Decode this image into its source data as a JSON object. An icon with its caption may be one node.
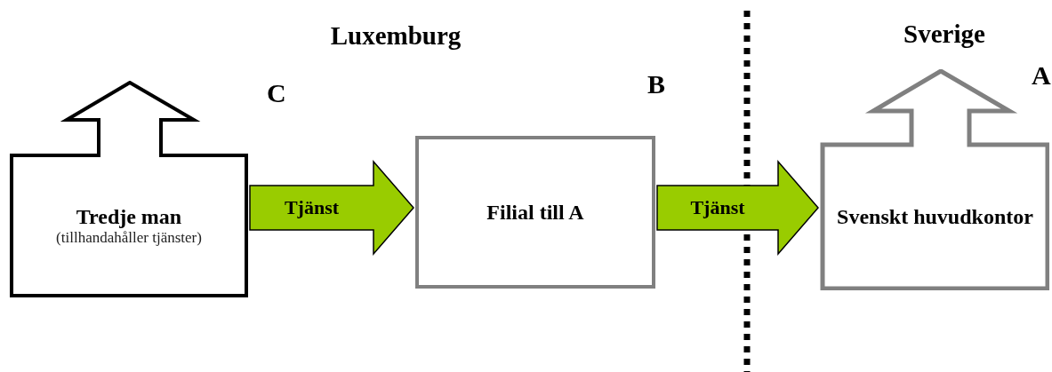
{
  "diagram": {
    "nodes": [
      {
        "text": [
          "Tredje man",
          "(tillhandahåller tjänster)"
        ],
        "beside": [
          "C"
        ]
      },
      {
        "text": [
          "Filial till A"
        ],
        "beside": [
          "B"
        ]
      },
      {
        "text": [
          "Svenskt huvudkontor"
        ],
        "beside": [
          "A"
        ]
      }
    ],
    "edges": [
      {
        "from": 0,
        "to": 1,
        "arrow": "to",
        "label": "Tjänst"
      },
      {
        "from": 1,
        "to": 2,
        "arrow": "to",
        "label": "Tjänst"
      }
    ],
    "labels": [
      "Luxemburg",
      "Sverige"
    ]
  }
}
